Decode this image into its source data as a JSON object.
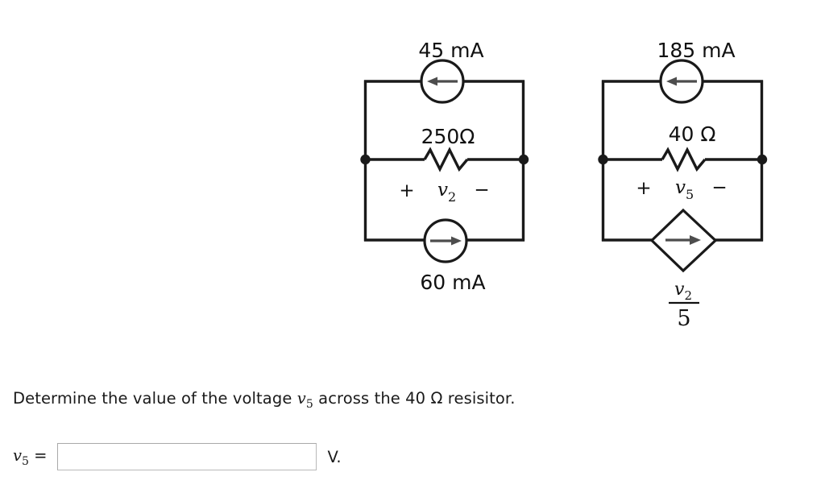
{
  "figure": {
    "circuits": [
      {
        "id": "left-circuit",
        "top_source_label": "45 mA",
        "top_source_direction": "left",
        "resistor_label": "250Ω",
        "resistor_voltage_plus": "+",
        "resistor_voltage_var": "v",
        "resistor_voltage_sub": "2",
        "resistor_voltage_minus": "−",
        "bottom_source_label": "60 mA",
        "bottom_source_direction": "right",
        "bottom_source_type": "independent"
      },
      {
        "id": "right-circuit",
        "top_source_label": "185 mA",
        "top_source_direction": "left",
        "resistor_label": "40 Ω",
        "resistor_voltage_plus": "+",
        "resistor_voltage_var": "v",
        "resistor_voltage_sub": "5",
        "resistor_voltage_minus": "−",
        "bottom_source_numerator_var": "v",
        "bottom_source_numerator_sub": "2",
        "bottom_source_denominator": "5",
        "bottom_source_direction": "right",
        "bottom_source_type": "dependent"
      }
    ],
    "colors": {
      "wire": "#1a1a1a",
      "arrow": "#4d4d4d",
      "text": "#111111",
      "background": "#ffffff"
    }
  },
  "question": {
    "text_before_var": "Determine the value of the voltage ",
    "var_symbol": "v",
    "var_subscript": "5",
    "text_after_var": " across the 40 Ω resisitor."
  },
  "answer": {
    "label_var": "v",
    "label_subscript": "5",
    "label_equals": "=",
    "input_value": "",
    "input_placeholder": "",
    "unit": "V."
  }
}
